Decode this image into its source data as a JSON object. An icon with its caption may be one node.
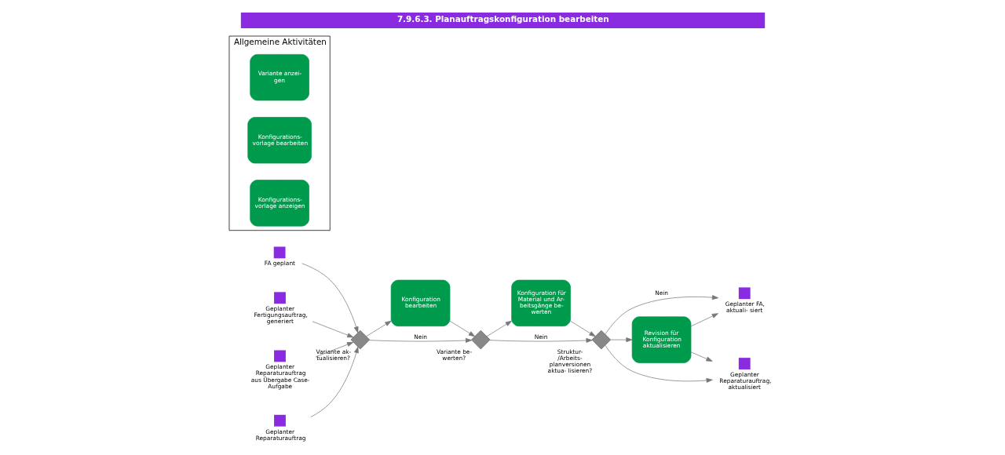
{
  "diagram": {
    "title": "7.9.6.3. Planauftragskonfiguration bearbeiten",
    "nodes": [
      {
        "text": [
          "FA geplant"
        ]
      },
      {
        "text": [
          "Geplanter Fertigungsauftrag, generiert"
        ]
      },
      {
        "text": [
          "Geplanter Reparaturauftrag aus Übergabe Case-Aufgabe"
        ]
      },
      {
        "text": [
          "Geplanter Reparaturauftrag"
        ]
      },
      {
        "text": [
          "Variante ak- tualisieren?"
        ]
      },
      {
        "text": [
          "Konfiguration bearbeiten"
        ]
      },
      {
        "text": [
          "Variante be- werten?"
        ]
      },
      {
        "text": [
          "Konfiguration für Material und Ar- beitsgänge be- werten"
        ]
      },
      {
        "text": [
          "Struktur- /Arbeits- planversionen aktua- lisieren?"
        ]
      },
      {
        "text": [
          "Revision für Konfiguration aktualisieren"
        ]
      },
      {
        "text": [
          "Geplanter FA, aktuali- siert"
        ]
      },
      {
        "text": [
          "Geplanter Reparaturauftrag, aktualisiert"
        ]
      },
      {
        "text": [
          "Allgemeine Aktivitäten"
        ]
      },
      {
        "text": [
          "Variante anzei- gen"
        ],
        "in": 12
      },
      {
        "text": [
          "Konfigurations- vorlage bearbeiten"
        ],
        "in": 12
      },
      {
        "text": [
          "Konfigurations- vorlage anzeigen"
        ],
        "in": 12
      }
    ],
    "edges": [
      {
        "from": 0,
        "to": 4,
        "arrow": "to"
      },
      {
        "from": 1,
        "to": 4,
        "arrow": "to"
      },
      {
        "from": 2,
        "to": 4,
        "arrow": "to"
      },
      {
        "from": 3,
        "to": 4,
        "arrow": "to"
      },
      {
        "from": 4,
        "to": 6,
        "arrow": "to",
        "label": "Nein"
      },
      {
        "from": 4,
        "to": 5,
        "arrow": "to"
      },
      {
        "from": 5,
        "to": 6,
        "arrow": "to"
      },
      {
        "from": 6,
        "to": 8,
        "arrow": "to",
        "label": "Nein"
      },
      {
        "from": 6,
        "to": 7,
        "arrow": "to"
      },
      {
        "from": 7,
        "to": 8,
        "arrow": "to"
      },
      {
        "from": 8,
        "to": 10,
        "arrow": "to",
        "label": "Nein"
      },
      {
        "from": 8,
        "to": 11,
        "arrow": "to"
      },
      {
        "from": 8,
        "to": 9,
        "arrow": "to"
      },
      {
        "from": 9,
        "to": 10,
        "arrow": "to"
      },
      {
        "from": 9,
        "to": 11,
        "arrow": "to"
      }
    ]
  }
}
